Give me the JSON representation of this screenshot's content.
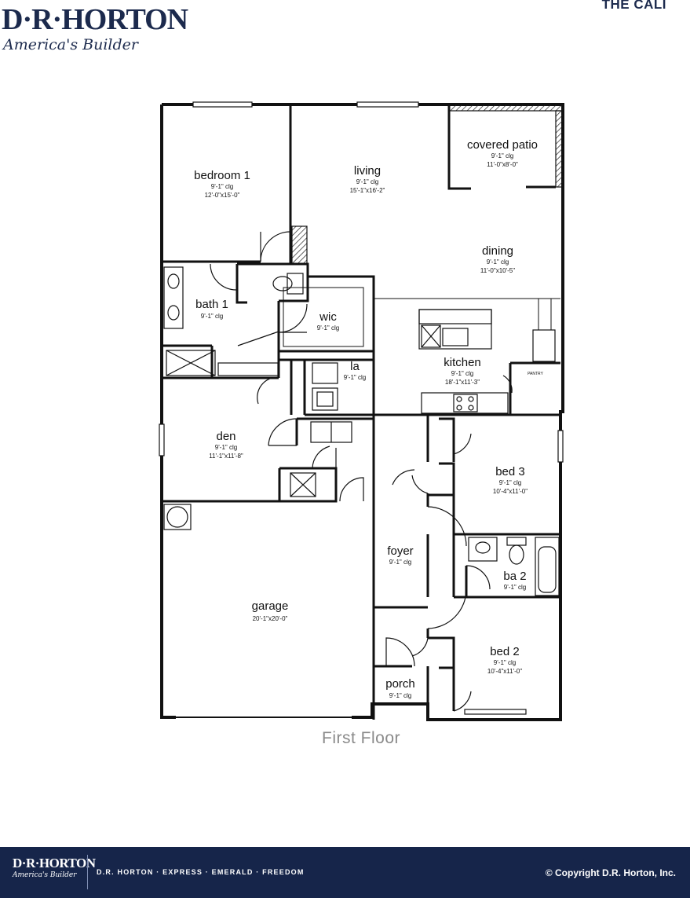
{
  "header": {
    "logo_brand": "D·R·HORTON",
    "logo_tagline": "America's Builder",
    "plan_name": "THE CALI"
  },
  "rooms": {
    "bedroom1": {
      "name": "bedroom 1",
      "clg": "9'-1\" clg",
      "size": "12'-0\"x15'-0\""
    },
    "living": {
      "name": "living",
      "clg": "9'-1\" clg",
      "size": "15'-1\"x16'-2\""
    },
    "covered_patio": {
      "name": "covered patio",
      "clg": "9'-1\" clg",
      "size": "11'-0\"x8'-0\""
    },
    "dining": {
      "name": "dining",
      "clg": "9'-1\" clg",
      "size": "11'-0\"x10'-5\""
    },
    "bath1": {
      "name": "bath 1",
      "clg": "9'-1\" clg"
    },
    "wic": {
      "name": "wic",
      "clg": "9'-1\" clg"
    },
    "la": {
      "name": "la",
      "clg": "9'-1\" clg"
    },
    "kitchen": {
      "name": "kitchen",
      "clg": "9'-1\" clg",
      "size": "18'-1\"x11'-3\""
    },
    "pantry": {
      "name": "PANTRY"
    },
    "den": {
      "name": "den",
      "clg": "9'-1\" clg",
      "size": "11'-1\"x11'-8\""
    },
    "bed3": {
      "name": "bed 3",
      "clg": "9'-1\" clg",
      "size": "10'-4\"x11'-0\""
    },
    "foyer": {
      "name": "foyer",
      "clg": "9'-1\" clg"
    },
    "ba2": {
      "name": "ba 2",
      "clg": "9'-1\" clg"
    },
    "garage": {
      "name": "garage",
      "size": "20'-1\"x20'-0\""
    },
    "bed2": {
      "name": "bed 2",
      "clg": "9'-1\" clg",
      "size": "10'-4\"x11'-0\""
    },
    "porch": {
      "name": "porch",
      "clg": "9'-1\" clg"
    }
  },
  "floor_label": "First Floor",
  "footer": {
    "logo_brand": "D·R·HORTON",
    "logo_tagline": "America's Builder",
    "brands": "D.R. HORTON · EXPRESS · EMERALD · FREEDOM",
    "copyright": "© Copyright D.R. Horton, Inc."
  }
}
